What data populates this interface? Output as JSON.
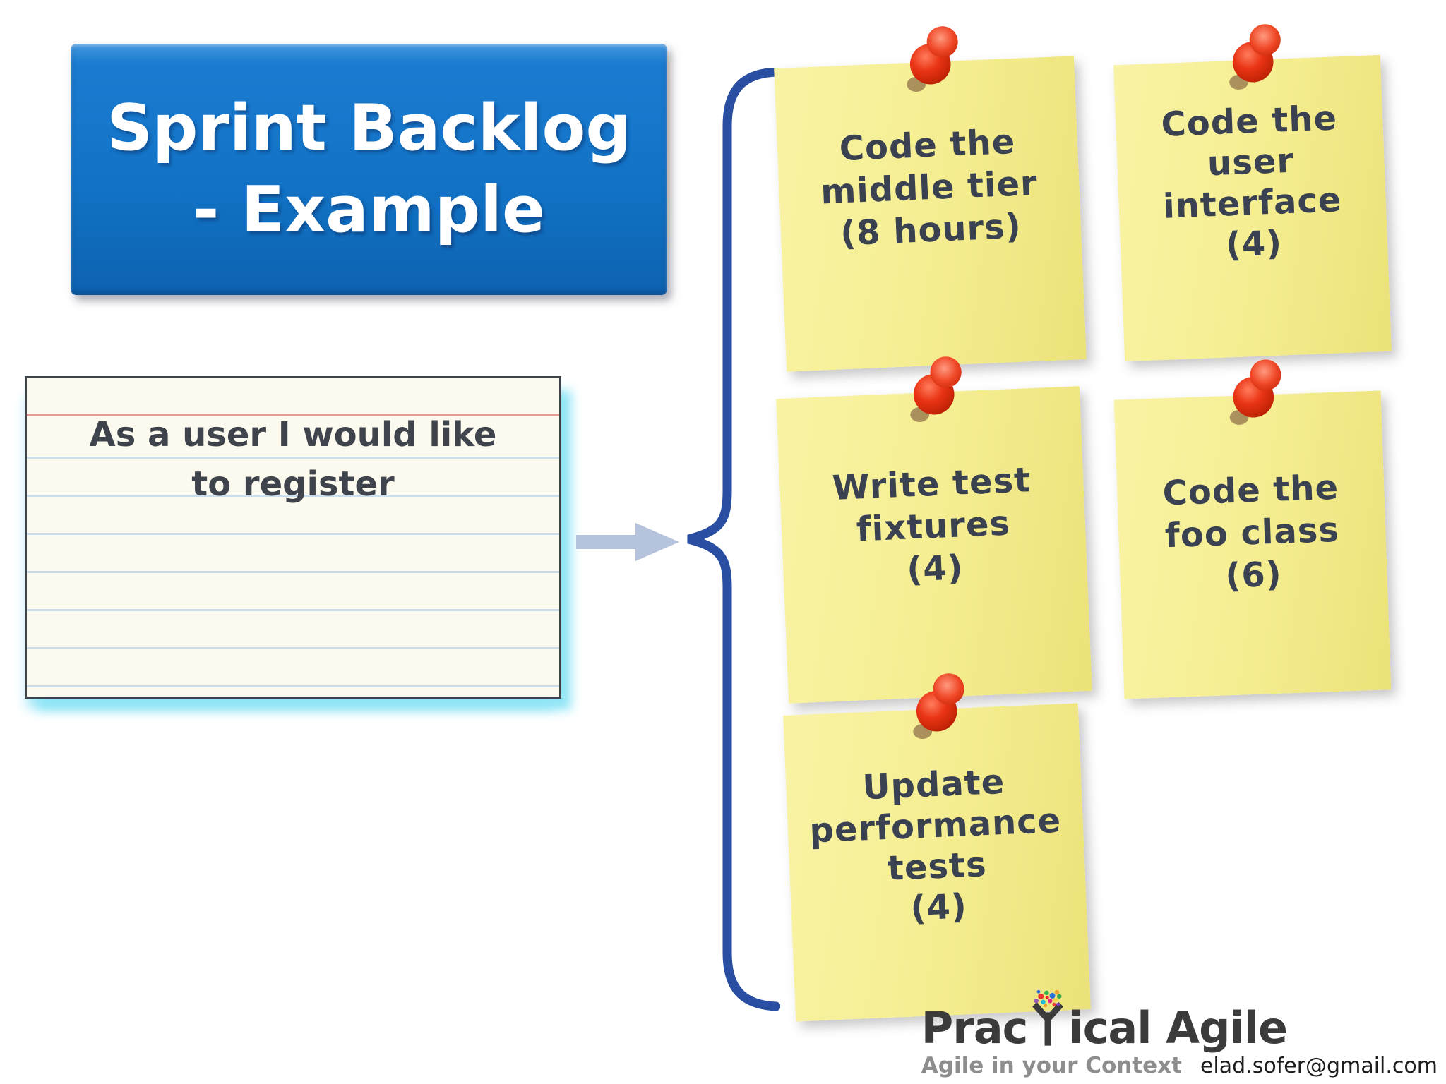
{
  "title": {
    "lines": [
      "Sprint Backlog",
      "- Example"
    ]
  },
  "story_card": {
    "lines": [
      "As a user I would like",
      "to register"
    ]
  },
  "sticky_notes": [
    {
      "name": "code-middle-tier",
      "lines": [
        "Code the",
        "middle tier",
        "(8 hours)"
      ]
    },
    {
      "name": "code-user-interface",
      "lines": [
        "Code the",
        "user",
        "interface",
        "(4)"
      ]
    },
    {
      "name": "write-test-fixtures",
      "lines": [
        "Write test",
        "fixtures",
        "(4)"
      ]
    },
    {
      "name": "code-foo-class",
      "lines": [
        "Code the",
        "foo class",
        "(6)"
      ]
    },
    {
      "name": "update-performance-tests",
      "lines": [
        "Update",
        "performance",
        "tests",
        "(4)"
      ]
    }
  ],
  "logo": {
    "brand_prefix": "Prac",
    "brand_suffix": "ical Agile",
    "tagline": "Agile in your Context",
    "email": "elad.sofer@gmail.com"
  },
  "colors": {
    "title_bg": "#1273C6",
    "title_text": "#FFFFFF",
    "brace_blue": "#2A4FA2",
    "arrow_gray_blue": "#B5C4DC",
    "note_yellow": "#F7F08B",
    "pin_red": "#E6321A",
    "card_bg": "#FCFAEF",
    "card_red_line": "#E59898",
    "card_blue_line": "#CCDEEB",
    "card_shadow_cyan": "#8FE5F6",
    "note_text": "#3A4150",
    "logo_dark": "#3B3B3B",
    "logo_gray": "#8D8D8D"
  }
}
